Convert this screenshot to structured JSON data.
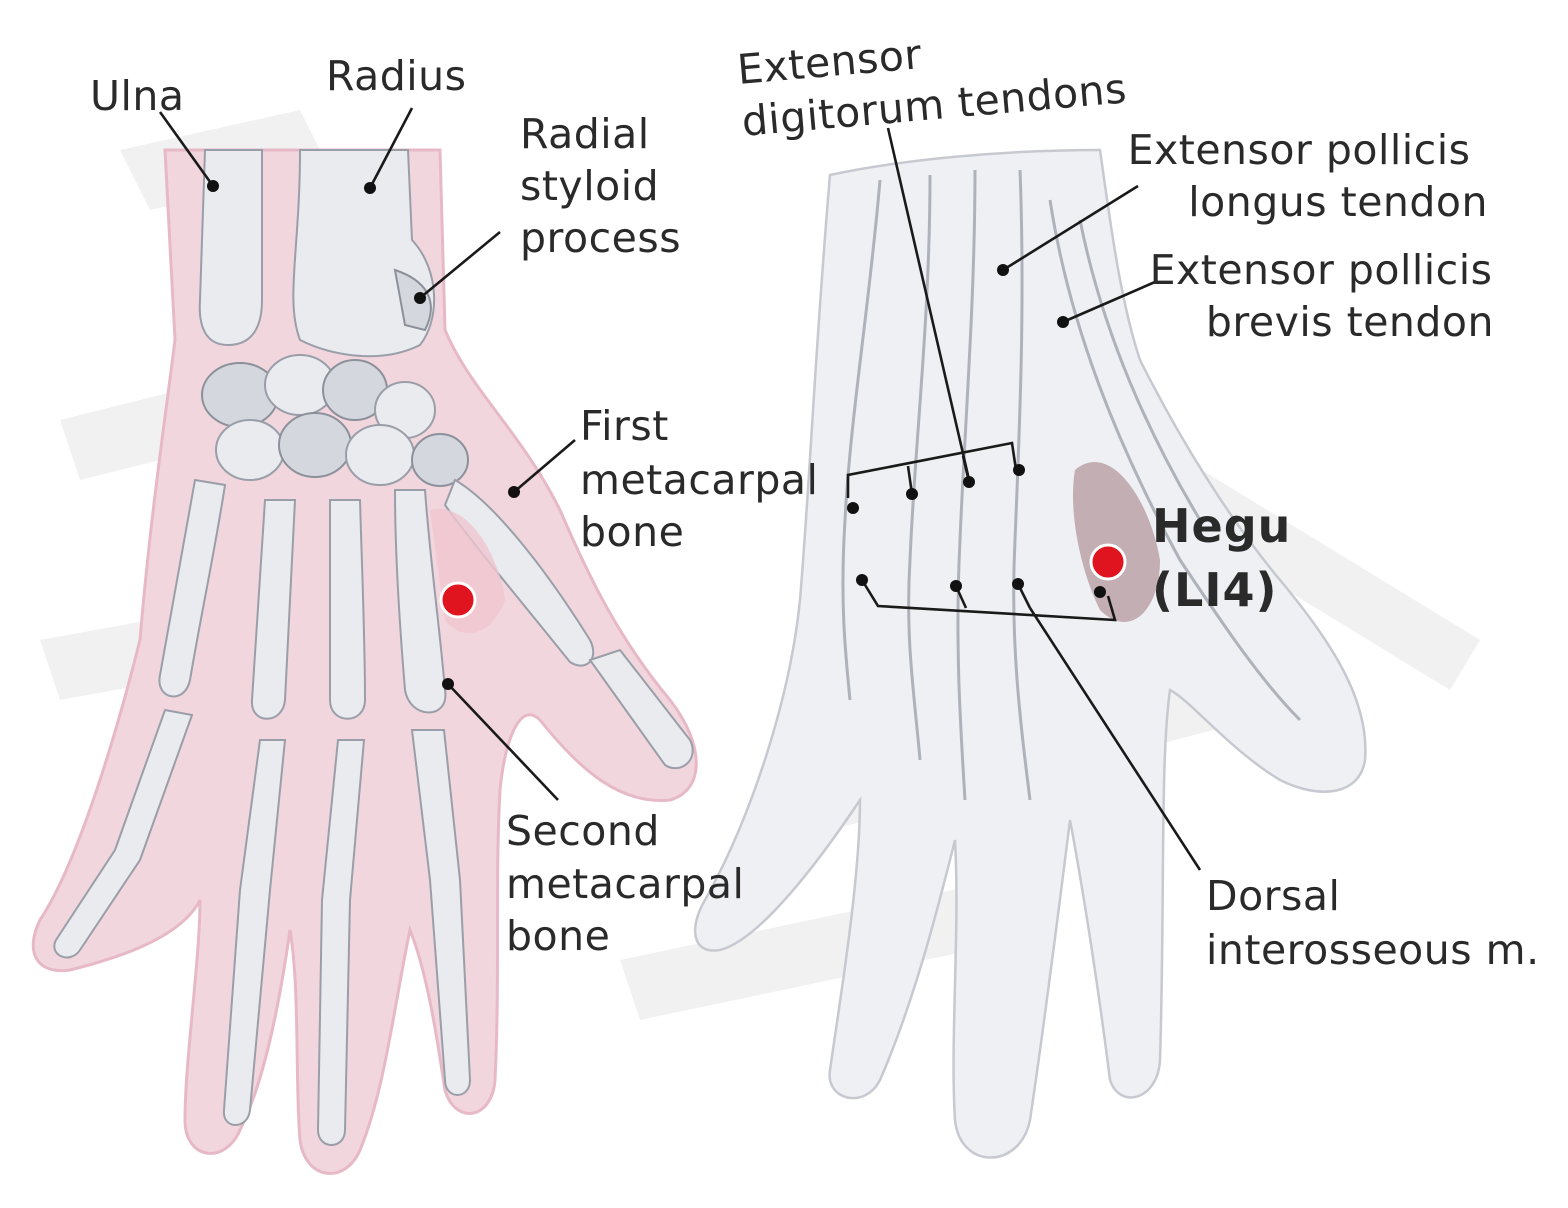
{
  "diagram": {
    "labels": {
      "ulna": "Ulna",
      "radius": "Radius",
      "radial_styloid": [
        "Radial",
        "styloid",
        "process"
      ],
      "first_metacarpal": [
        "First",
        "metacarpal",
        "bone"
      ],
      "second_metacarpal": [
        "Second",
        "metacarpal",
        "bone"
      ],
      "extensor_digitorum": [
        "Extensor",
        "digitorum tendons"
      ],
      "epl_tendon": [
        "Extensor pollicis",
        "longus tendon"
      ],
      "epb_tendon": [
        "Extensor pollicis",
        "brevis tendon"
      ],
      "dorsal_interosseous": [
        "Dorsal",
        "interosseous m."
      ]
    },
    "acupoint": {
      "name": "Hegu",
      "code": "(LI4)",
      "color": "#e0141e"
    },
    "colors": {
      "skin": "#f2d6dd",
      "bone": "#e9ebef",
      "leader": "#1a1a1a"
    }
  }
}
